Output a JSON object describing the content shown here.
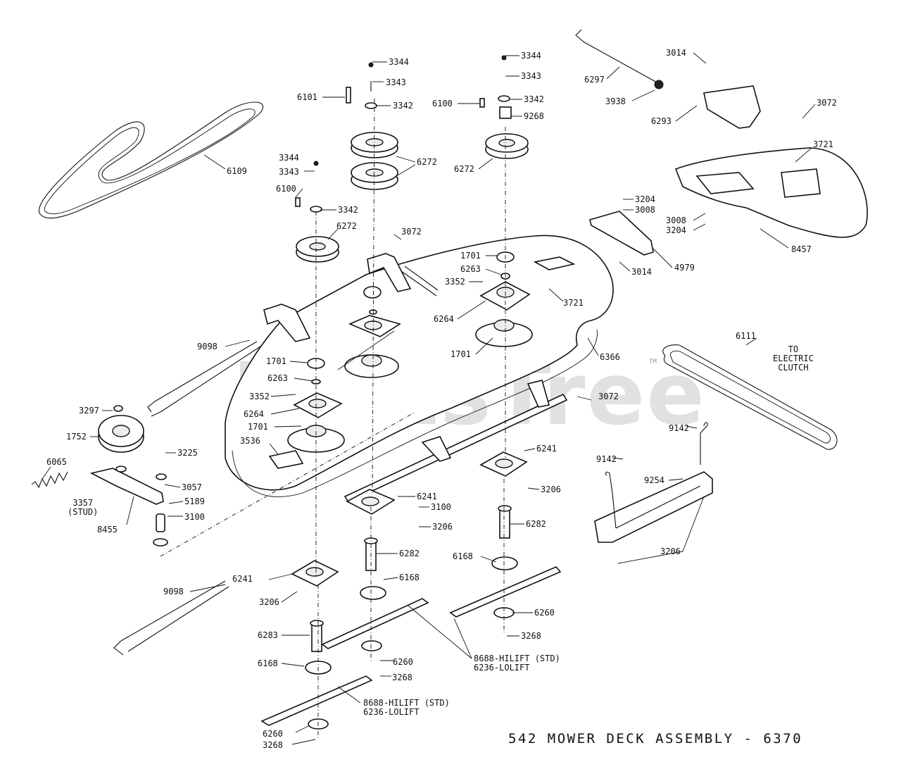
{
  "title": "542 MOWER DECK ASSEMBLY - 6370",
  "watermark": "PartsTree",
  "trademark": "TM",
  "notes": {
    "electric_clutch": [
      "TO",
      "ELECTRIC",
      "CLUTCH"
    ],
    "stud": [
      "3357",
      "(STUD)"
    ],
    "blade_right": [
      "8688-HILIFT (STD)",
      "6236-LOLIFT"
    ],
    "blade_left": [
      "8688-HILIFT (STD)",
      "6236-LOLIFT"
    ]
  },
  "labels": [
    "3344",
    "3343",
    "3342",
    "6101",
    "3344",
    "3343",
    "3342",
    "6100",
    "9268",
    "3014",
    "6297",
    "3938",
    "6293",
    "3072",
    "3721",
    "6109",
    "6272",
    "6272",
    "3344",
    "3343",
    "6100",
    "3342",
    "6272",
    "3072",
    "1701",
    "6263",
    "3352",
    "6264",
    "3721",
    "3204",
    "3008",
    "3008",
    "3204",
    "4979",
    "3014",
    "8457",
    "9098",
    "1701",
    "6263",
    "3352",
    "6264",
    "1701",
    "6366",
    "6111",
    "1701",
    "3297",
    "1752",
    "3225",
    "3536",
    "3072",
    "6065",
    "3057",
    "5189",
    "8455",
    "3100",
    "6241",
    "9142",
    "9142",
    "9254",
    "6241",
    "3100",
    "3206",
    "3206",
    "6282",
    "6241",
    "6282",
    "6168",
    "3206",
    "6168",
    "6260",
    "9098",
    "6283",
    "3268",
    "6260",
    "3268",
    "6168",
    "6260",
    "3268"
  ]
}
